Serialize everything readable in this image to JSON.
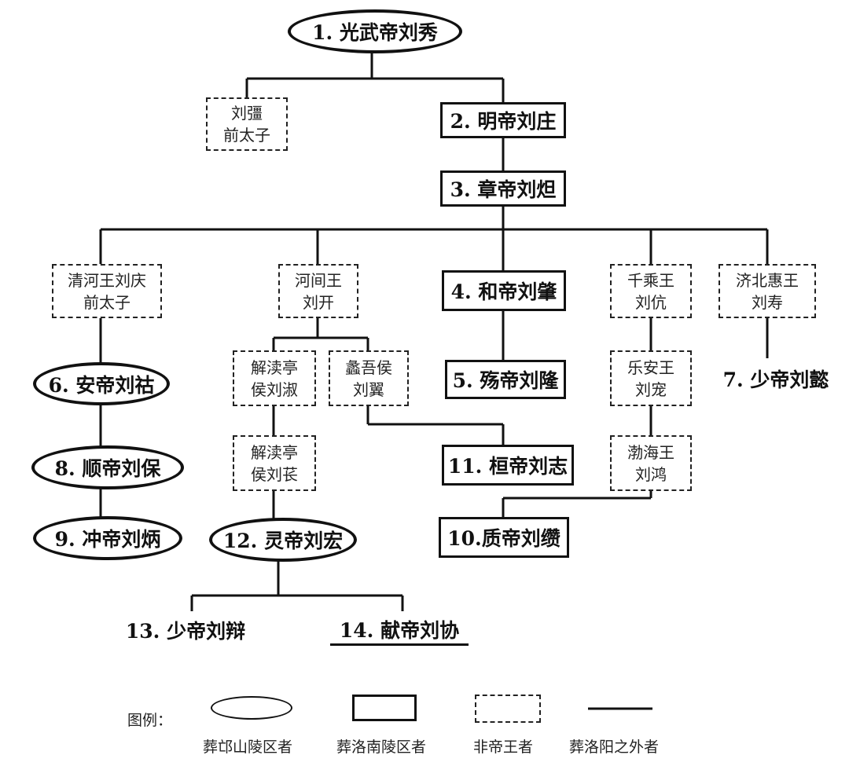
{
  "nodes": {
    "n1": "1. 光武帝刘秀",
    "liu_jiang": [
      "刘彊",
      "前太子"
    ],
    "n2": "2. 明帝刘庄",
    "n3": "3. 章帝刘炟",
    "liu_qing": [
      "清河王刘庆",
      "前太子"
    ],
    "liu_kai": [
      "河间王",
      "刘开"
    ],
    "n4": "4. 和帝刘肇",
    "liu_kang": [
      "千乘王",
      "刘伉"
    ],
    "liu_shou": [
      "济北惠王",
      "刘寿"
    ],
    "n6": "6. 安帝刘祜",
    "liu_shu": [
      "解渎亭",
      "侯刘淑"
    ],
    "liu_yi": [
      "蠡吾侯",
      "刘翼"
    ],
    "n5": "5. 殇帝刘隆",
    "liu_chong": [
      "乐安王",
      "刘宠"
    ],
    "n7": "7. 少帝刘懿",
    "n8": "8. 顺帝刘保",
    "liu_chang": [
      "解渎亭",
      "侯刘苌"
    ],
    "n11": "11. 桓帝刘志",
    "liu_hong_bohai": [
      "渤海王",
      "刘鸿"
    ],
    "n9": "9. 冲帝刘炳",
    "n12": "12. 灵帝刘宏",
    "n10": "10.质帝刘缵",
    "n13": "13. 少帝刘辩",
    "n14": "14. 献帝刘协"
  },
  "legend": {
    "title": "图例：",
    "items": [
      "葬邙山陵区者",
      "葬洛南陵区者",
      "非帝王者",
      "葬洛阳之外者"
    ]
  }
}
